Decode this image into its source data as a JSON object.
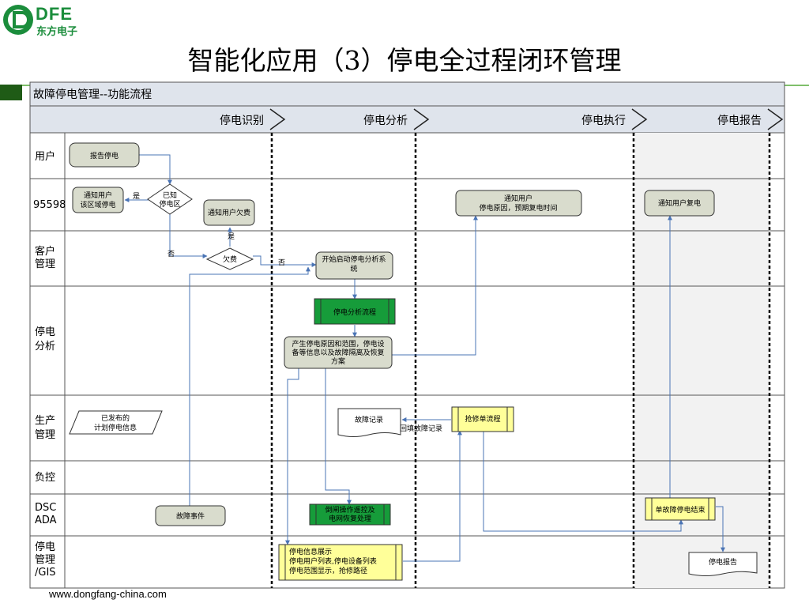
{
  "logo": {
    "brand": "DFE",
    "subtitle": "东方电子"
  },
  "page_title": "智能化应用（3）停电全过程闭环管理",
  "diagram": {
    "header": "故障停电管理--功能流程",
    "phases": [
      "停电识别",
      "停电分析",
      "停电执行",
      "停电报告"
    ],
    "lanes": [
      "用户",
      "95598",
      "客户\n管理",
      "停电\n分析",
      "生产\n管理",
      "负控",
      "DSC\nADA",
      "停电\n管理\n/GIS"
    ],
    "nodes": {
      "report_outage": "报告停电",
      "known_outage": "已知\n停电区",
      "notify_area": "通知用户\n该区域停电",
      "notify_arrears": "通知用户欠费",
      "arrears": "欠费",
      "start_analysis": "开始启动停电分析系\n统",
      "analysis_process": "停电分析流程",
      "produce_info": "产生停电原因和范围，停电设\n备等信息以及故障隔离及恢复\n方案",
      "notify_cause": "通知用户\n停电原因，预期复电时间",
      "notify_restore": "通知用户复电",
      "planned_outage": "已发布的\n计划停电信息",
      "fault_record": "故障记录",
      "return_record": "回填故障记录",
      "repair_process": "抢修单流程",
      "fault_event": "故障事件",
      "isolation": "倒闸操作遥控及\n电网恢复处理",
      "outage_end": "单故障停电结束",
      "gis_display": "停电信息展示\n停电用户列表,停电设备列表\n停电范围显示，抢修路径",
      "outage_report": "停电报告"
    },
    "edge_labels": {
      "yes": "是",
      "no": "否"
    }
  },
  "footer": "www.dongfang-china.com",
  "colors": {
    "brand_green": "#1b8d3c",
    "process_fill": "#d9dccd",
    "green_fill": "#169c3a",
    "yellow_fill": "#ffff99",
    "arrow": "#4a74b5"
  }
}
